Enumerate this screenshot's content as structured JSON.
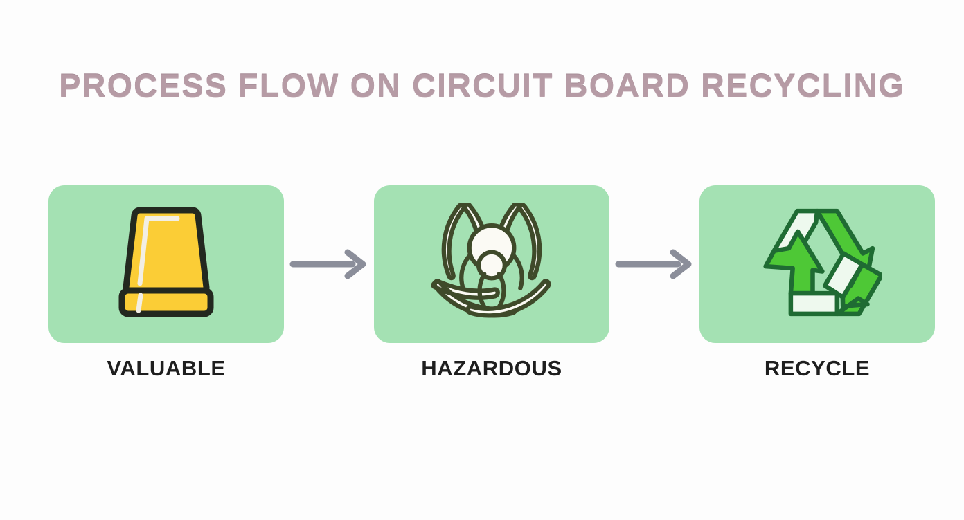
{
  "title": "PROCESS FLOW ON CIRCUIT BOARD RECYCLING",
  "colors": {
    "background": "#fdfdfd",
    "title_text": "#b69ba5",
    "card_background": "#a4e1b3",
    "label_text": "#1e1e1e",
    "arrow": "#8b8e9a",
    "icon_yellow": "#fbcd36",
    "icon_yellow_outline": "#23281f",
    "icon_highlight": "#f2eee4",
    "biohazard_fill": "#fbfaf4",
    "biohazard_outline": "#3f4a2a",
    "recycle_green": "#4ec836",
    "recycle_outline": "#1f6b33",
    "recycle_face": "#eef9ee"
  },
  "steps": [
    {
      "label": "VALUABLE",
      "icon": "yellow-container-icon"
    },
    {
      "label": "HAZARDOUS",
      "icon": "biohazard-icon"
    },
    {
      "label": "RECYCLE",
      "icon": "recycle-icon"
    }
  ],
  "connectors": [
    {
      "icon": "arrow-right-icon"
    },
    {
      "icon": "arrow-right-icon"
    }
  ]
}
